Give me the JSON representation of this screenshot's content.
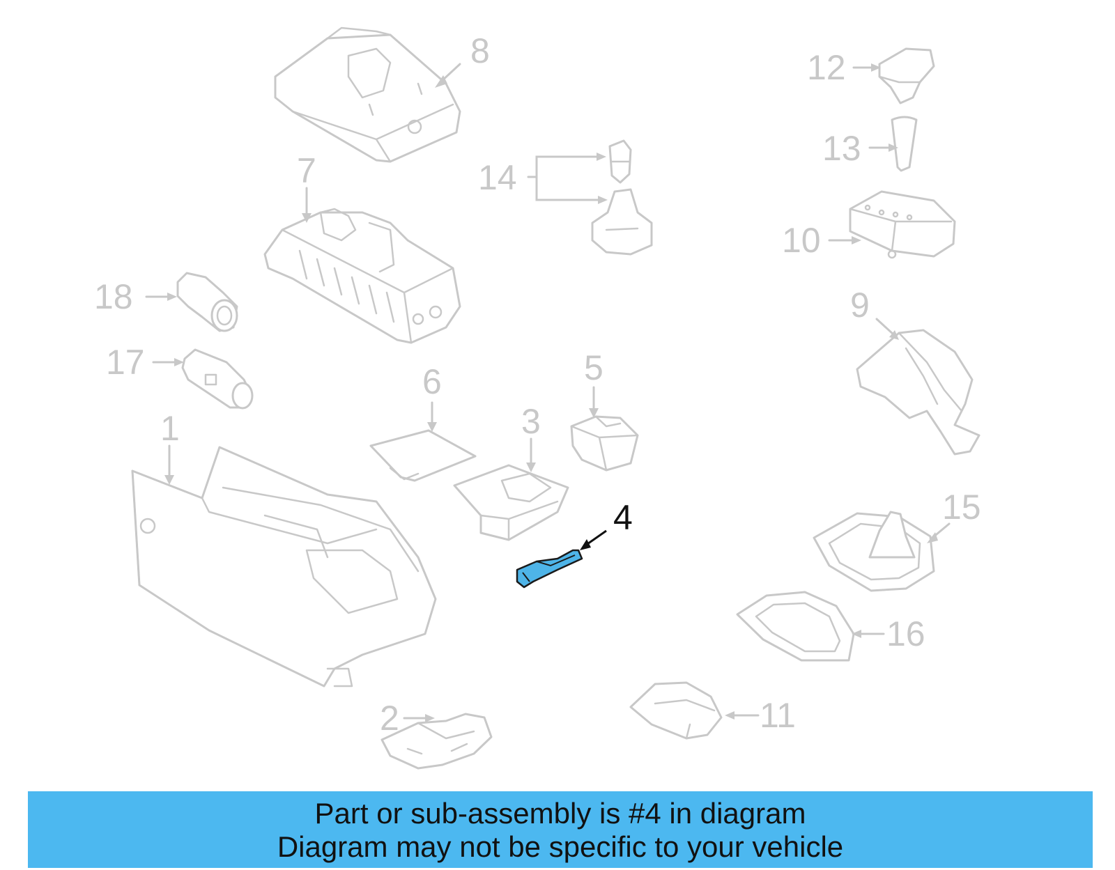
{
  "diagram": {
    "callouts": {
      "c1": "1",
      "c2": "2",
      "c3": "3",
      "c4": "4",
      "c5": "5",
      "c6": "6",
      "c7": "7",
      "c8": "8",
      "c9": "9",
      "c10": "10",
      "c11": "11",
      "c12": "12",
      "c13": "13",
      "c14": "14",
      "c15": "15",
      "c16": "16",
      "c17": "17",
      "c18": "18"
    },
    "highlighted_callout": "4",
    "colors": {
      "highlight_fill": "#4eb4e8",
      "banner_bg": "#4cb8f0",
      "faded_lines": "#c8c8c8"
    }
  },
  "banner": {
    "line1": "Part or sub-assembly is #4 in diagram",
    "line2": "Diagram may not be specific to your vehicle"
  }
}
